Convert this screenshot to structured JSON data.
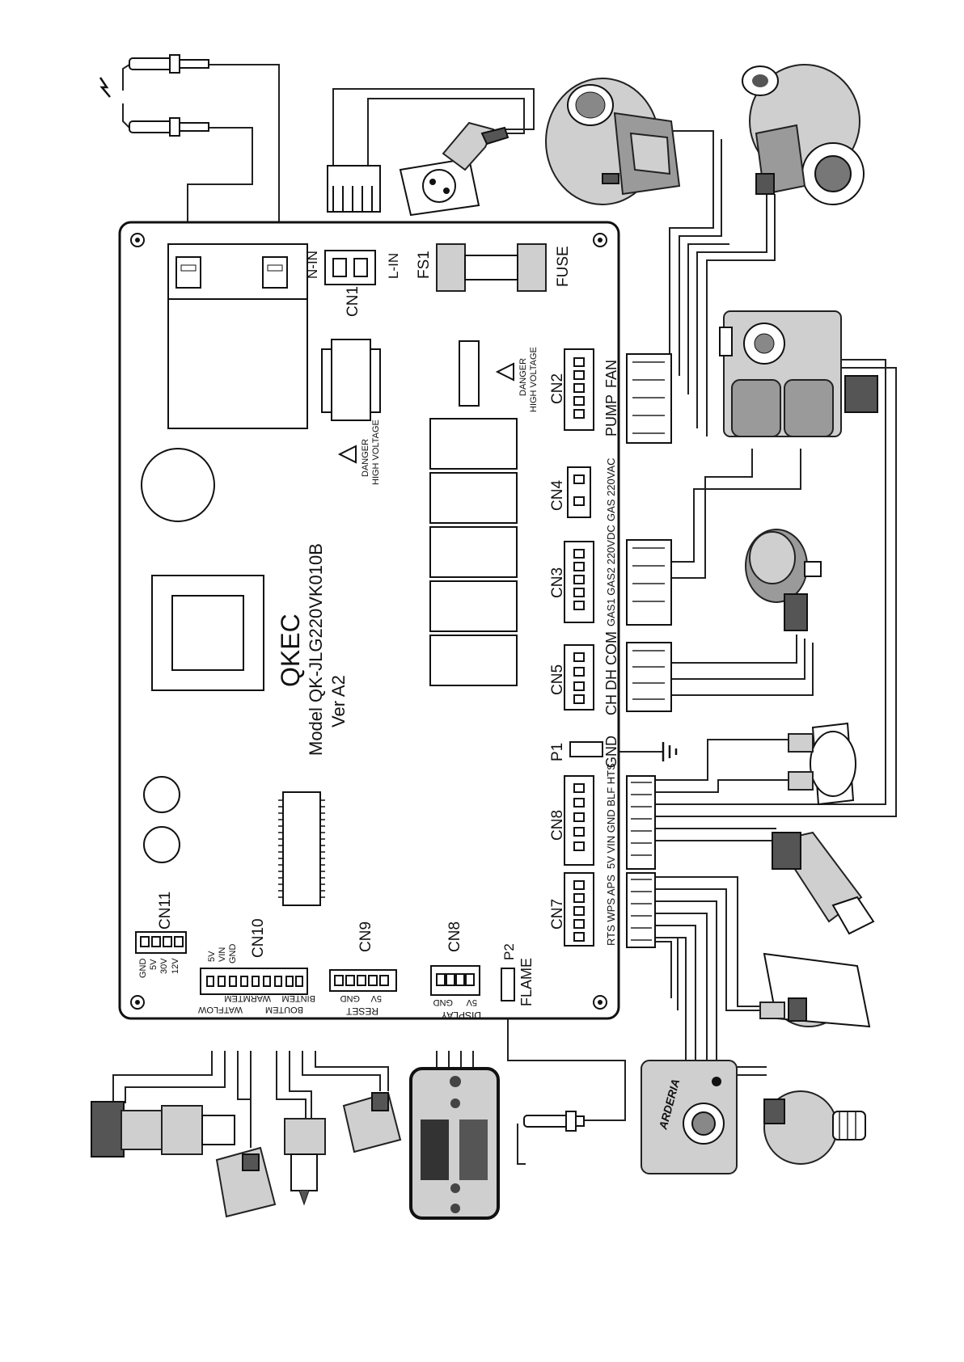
{
  "board": {
    "brand": "QKEC",
    "model": "Model  QK-JLG220VK010B",
    "version": "Ver A2"
  },
  "connectors": {
    "cn1": "CN1",
    "n_in": "N-IN",
    "l_in": "L-IN",
    "fs1": "FS1",
    "fuse": "FUSE",
    "cn2": "CN2",
    "pump": "PUMP",
    "fan": "FAN",
    "cn4": "CN4",
    "gas_220vac": "GAS 220VAC",
    "cn3": "CN3",
    "cn3_pins": "GAS1 GAS2 220VDC",
    "cn5": "CN5",
    "cn5_pins": "CH DH COM",
    "p1": "P1",
    "gnd": "GND",
    "cn8_right": "CN8",
    "cn8_right_pins": "5V VIN GND BLF HTS",
    "cn7": "CN7",
    "cn7_pins": "RTS WPS APS",
    "cn11": "CN11",
    "cn11_gnd": "GND",
    "cn11_5v": "5V",
    "cn11_30v": "30V",
    "cn11_12v": "12V",
    "cn10": "CN10",
    "cn10_5v": "5V",
    "cn10_vin": "VIN",
    "cn10_gnd": "GND",
    "cn10_bintem": "BINTEM",
    "cn10_warmtem": "WARMTEM",
    "cn10_boutem": "BOUTEM",
    "cn10_watflow": "WATFLOW",
    "cn9": "CN9",
    "cn9_gnd": "GND",
    "cn9_5v": "5V",
    "cn9_reset": "RESET",
    "cn8_bottom": "CN8",
    "cn8_gnd": "GND",
    "cn8_5v": "5V",
    "cn8_display": "DISPLAY",
    "p2": "P2",
    "flame": "FLAME"
  },
  "warnings": {
    "danger": "DANGER",
    "high_voltage": "HIGH VOLTAGE"
  },
  "thermostat_brand": "ARDERIA"
}
